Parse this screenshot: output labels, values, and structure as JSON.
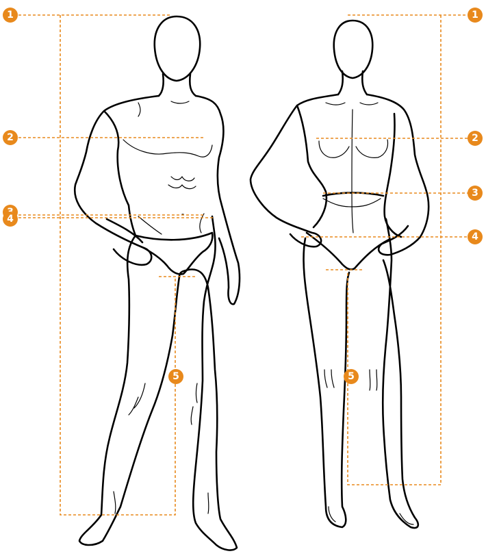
{
  "colors": {
    "accent": "#E8891C",
    "outline": "#000000",
    "background": "#FFFFFF"
  },
  "figures": [
    {
      "id": "male",
      "markers": [
        {
          "label": "1"
        },
        {
          "label": "2"
        },
        {
          "label": "3"
        },
        {
          "label": "4"
        },
        {
          "label": "5"
        }
      ]
    },
    {
      "id": "female",
      "markers": [
        {
          "label": "1"
        },
        {
          "label": "2"
        },
        {
          "label": "3"
        },
        {
          "label": "4"
        },
        {
          "label": "5"
        }
      ]
    }
  ]
}
